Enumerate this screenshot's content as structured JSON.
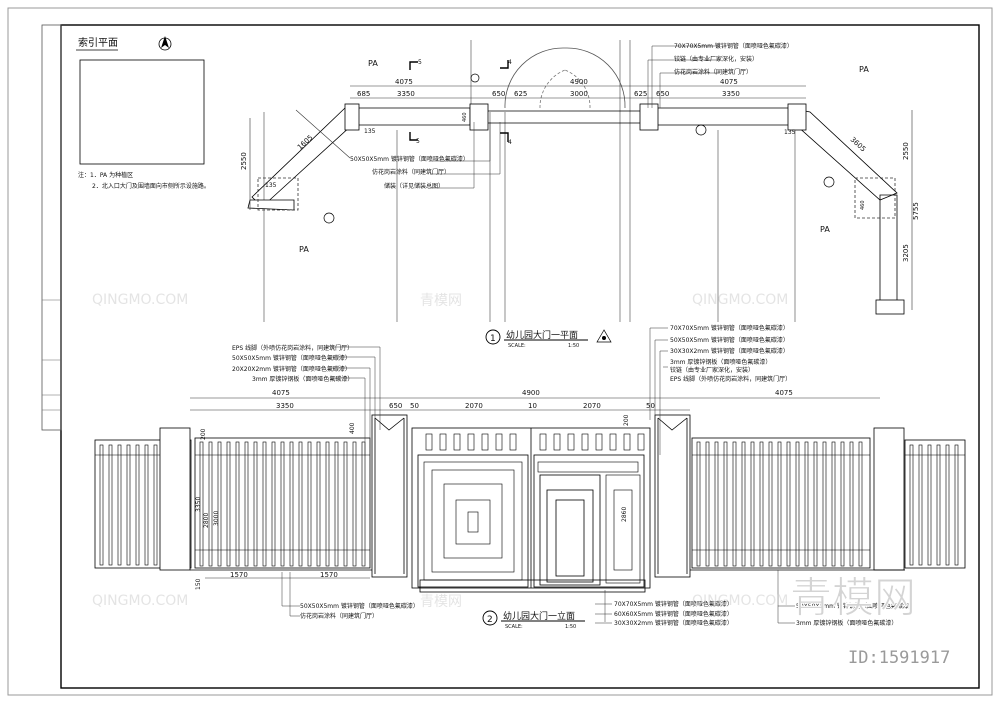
{
  "index_panel": {
    "title": "索引平面",
    "notes": [
      "注：1．PA 为种植区",
      "2．北入口大门及围墙面向市侧所示设施路。"
    ]
  },
  "plan": {
    "area_labels": [
      "PA",
      "PA",
      "PA",
      "PA"
    ],
    "dims_top": [
      "4075",
      "4900",
      "4075"
    ],
    "dims_second": [
      "685",
      "3350",
      "650",
      "625",
      "3000",
      "625",
      "650",
      "3350"
    ],
    "dims_other": [
      "1605",
      "2550",
      "135",
      "135",
      "3605",
      "2550",
      "5755",
      "3205",
      "135",
      "460",
      "460"
    ],
    "section_marks": [
      "5",
      "5",
      "4",
      "4"
    ],
    "callouts_left": [
      "50X50X5mm 镀锌钢管（面喷哑色氟碳漆）",
      "仿花岗岩涂料（同建筑门厅）",
      "储装（详见储装总图）"
    ],
    "callouts_right": [
      "70X70X5mm 镀锌钢管（面喷哑色氟碳漆）",
      "铰链（由专业厂家深化，安装）",
      "仿花岗岩涂料（同建筑门厅）"
    ],
    "title": "幼儿园大门一平面",
    "number": "1",
    "scale_label": "SCALE:",
    "scale_value": "1:50"
  },
  "elevation": {
    "dims_top": [
      "4075",
      "4900",
      "4075"
    ],
    "dims_second": [
      "3350",
      "650",
      "50",
      "2070",
      "10",
      "2070",
      "50"
    ],
    "dims_vertical": [
      "200",
      "400",
      "3350",
      "2800",
      "3000",
      "150",
      "2860",
      "200"
    ],
    "dims_bottom": [
      "1570",
      "1570"
    ],
    "callouts_left_top": [
      "EPS 线脚（外喷仿花岗岩涂料，同建筑门厅）",
      "50X50X5mm 镀锌钢管（面喷哑色氟碳漆）",
      "20X20X2mm 镀锌钢管（面喷哑色氟碳漆）",
      "3mm 厚镀锌钢板（面喷哑色氟碳漆）"
    ],
    "callouts_right_top": [
      "70X70X5mm 镀锌钢管（面喷哑色氟碳漆）",
      "50X50X5mm 镀锌钢管（面喷哑色氟碳漆）",
      "30X30X2mm 镀锌钢管（面喷哑色氟碳漆）",
      "3mm 厚镀锌钢板（面喷哑色氟碳漆）",
      "铰链（由专业厂家深化，安装）",
      "EPS 线脚（外喷仿花岗岩涂料，同建筑门厅）"
    ],
    "callouts_bottom_left": [
      "50X50X5mm 镀锌钢管（面喷哑色氟碳漆）",
      "仿花岗岩涂料（同建筑门厅）"
    ],
    "callouts_bottom_mid": [
      "70X70X5mm 镀锌钢管（面喷哑色氟碳漆）",
      "60X60X5mm 镀锌钢管（面喷哑色氟碳漆）",
      "30X30X2mm 镀锌钢管（面喷哑色氟碳漆）"
    ],
    "callouts_bottom_right": [
      "50X50X5mm 镀锌钢管（面喷哑色氟碳漆）",
      "3mm 厚镀锌钢板（面喷哑色氟碳漆）"
    ],
    "title": "幼儿园大门一立面",
    "number": "2",
    "scale_label": "SCALE:",
    "scale_value": "1:50"
  },
  "watermark": {
    "text": "QINGMO.COM",
    "cn": "青模网",
    "brand": "青模网",
    "id": "ID:1591917"
  }
}
